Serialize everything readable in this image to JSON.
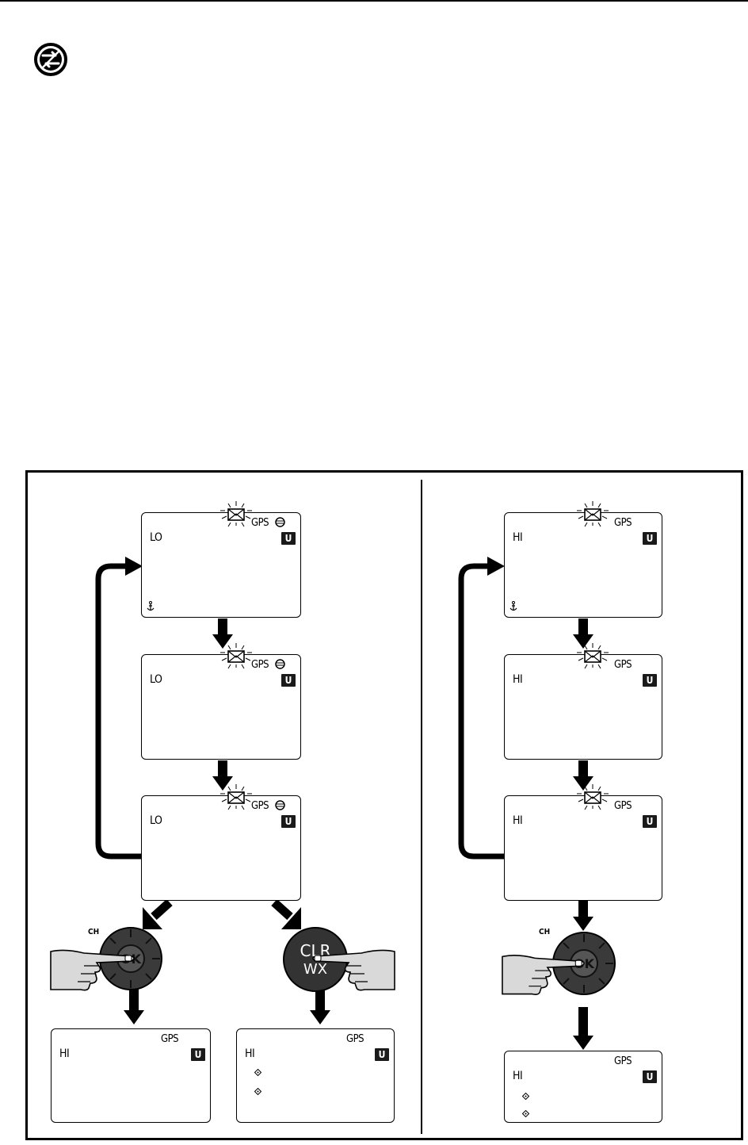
{
  "icon": "no-symbol-icon",
  "colors": {
    "ink": "#000000",
    "dial_dark": "#3a3a3a",
    "hand_fill": "#d9d9d9",
    "badge": "#1a1a1a"
  },
  "left_panel": {
    "screens": [
      {
        "power": "LO",
        "gps": "GPS",
        "badge": "U"
      },
      {
        "power": "LO",
        "gps": "GPS",
        "badge": "U"
      },
      {
        "power": "LO",
        "gps": "GPS",
        "badge": "U"
      }
    ],
    "ch_label": "CH",
    "ok_label": "OK",
    "clr_label_top": "CLR",
    "clr_label_bottom": "WX",
    "result_ok": {
      "power": "HI",
      "gps": "GPS",
      "badge": "U"
    },
    "result_clr": {
      "power": "HI",
      "gps": "GPS",
      "badge": "U"
    }
  },
  "right_panel": {
    "screens": [
      {
        "power": "HI",
        "gps": "GPS",
        "badge": "U"
      },
      {
        "power": "HI",
        "gps": "GPS",
        "badge": "U"
      },
      {
        "power": "HI",
        "gps": "GPS",
        "badge": "U"
      }
    ],
    "ch_label": "CH",
    "ok_label": "OK",
    "result": {
      "power": "HI",
      "gps": "GPS",
      "badge": "U"
    }
  }
}
